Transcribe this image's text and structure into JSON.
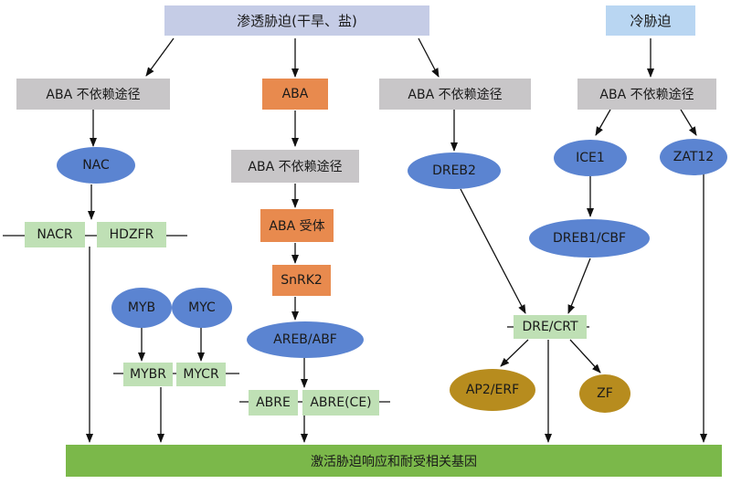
{
  "stress_osmotic": "渗透胁迫(干旱、盐)",
  "stress_cold": "冷胁迫",
  "pathway_aba_independent": "ABA 不依赖途径",
  "aba": "ABA",
  "aba_receptor": "ABA 受体",
  "snrk2": "SnRK2",
  "tf": {
    "nac": "NAC",
    "dreb2": "DREB2",
    "ice1": "ICE1",
    "zat12": "ZAT12",
    "dreb1_cbf": "DREB1/CBF",
    "myb": "MYB",
    "myc": "MYC",
    "areb_abf": "AREB/ABF",
    "ap2_erf": "AP2/ERF",
    "zf": "ZF"
  },
  "elements": {
    "nacr": "NACR",
    "hdzfr": "HDZFR",
    "mybr": "MYBR",
    "mycr": "MYCR",
    "abre": "ABRE",
    "abre_ce": "ABRE(CE)",
    "dre_crt": "DRE/CRT"
  },
  "result": "激活胁迫响应和耐受相关基因",
  "colors": {
    "pathway": "#c8c6c8",
    "aba_branch": "#e88a4e",
    "tf": "#5b84d1",
    "element": "#bfe0b5",
    "result_bar": "#7bb84a"
  }
}
